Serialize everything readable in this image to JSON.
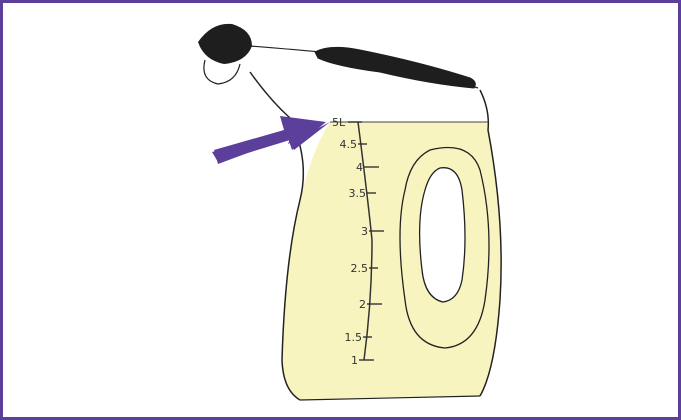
{
  "colors": {
    "frame": "#5b3f9a",
    "liquid": "#f8f4c0",
    "outline": "#222222",
    "arrow": "#5b3f9a",
    "handle_grip": "#1e1e1e"
  },
  "scale": {
    "unit_label": "5L",
    "ticks": [
      "4.5",
      "4",
      "3.5",
      "3",
      "2.5",
      "2",
      "1.5",
      "1"
    ]
  },
  "icons": {
    "pointer": "arrow-icon",
    "cap": "cap-icon"
  }
}
